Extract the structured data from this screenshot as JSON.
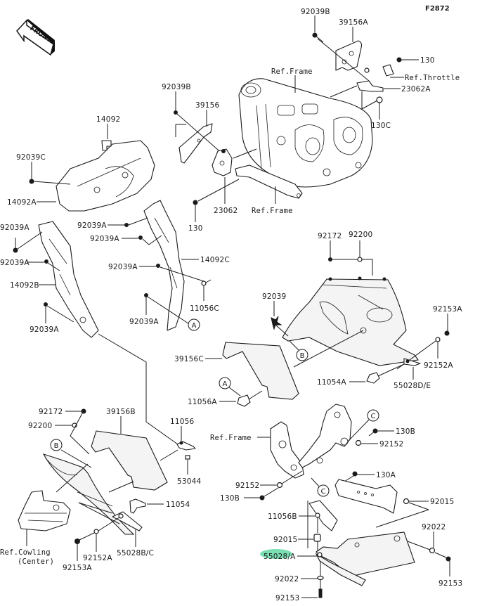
{
  "figure_id": "F2872",
  "front_arrow": {
    "label": "FRONT",
    "icon": "front-direction-arrow-icon"
  },
  "labels": {
    "p92039B_top": "92039B",
    "p39156A": "39156A",
    "p130_top": "130",
    "ref_throttle": "Ref.Throttle",
    "p23062A": "23062A",
    "p130C": "130C",
    "ref_frame_top": "Ref.Frame",
    "p92039B_mid": "92039B",
    "p39156": "39156",
    "p23062": "23062",
    "ref_frame_mid": "Ref.Frame",
    "p130_mid": "130",
    "p14092": "14092",
    "p92039C": "92039C",
    "p14092A": "14092A",
    "p92039A_1": "92039A",
    "p92039A_2": "92039A",
    "p92039A_3": "92039A",
    "p92039A_4": "92039A",
    "p92039A_5": "92039A",
    "p92039A_6": "92039A",
    "p92039A_7": "92039A",
    "p14092B": "14092B",
    "p14092C": "14092C",
    "p11056C": "11056C",
    "p92172_r": "92172",
    "p92200_r": "92200",
    "p92039": "92039",
    "p92153A_r": "92153A",
    "p92152A_r": "92152A",
    "p11054A": "11054A",
    "p55028DE": "55028D/E",
    "p39156C": "39156C",
    "p11056A": "11056A",
    "p92172_l": "92172",
    "p92200_l": "92200",
    "p39156B": "39156B",
    "p11056": "11056",
    "p53044": "53044",
    "p11054": "11054",
    "ref_cowling_1": "Ref.Cowling",
    "ref_cowling_2": "(Center)",
    "p92153A_l": "92153A",
    "p92152A_l": "92152A",
    "p55028BC": "55028B/C",
    "ref_frame_low": "Ref.Frame",
    "p130B_r": "130B",
    "p92152_r": "92152",
    "p130A": "130A",
    "p92152_l": "92152",
    "p130B_l": "130B",
    "p92015_r": "92015",
    "p11056B": "11056B",
    "p92015_l": "92015",
    "p55028A": "55028/A",
    "p92022_r": "92022",
    "p92022_l": "92022",
    "p92153_r": "92153",
    "p92153_l": "92153"
  },
  "ref_markers": {
    "A": "A",
    "B": "B",
    "C": "C"
  },
  "highlight": {
    "target": "55028/A",
    "color": "#4fd39a"
  }
}
